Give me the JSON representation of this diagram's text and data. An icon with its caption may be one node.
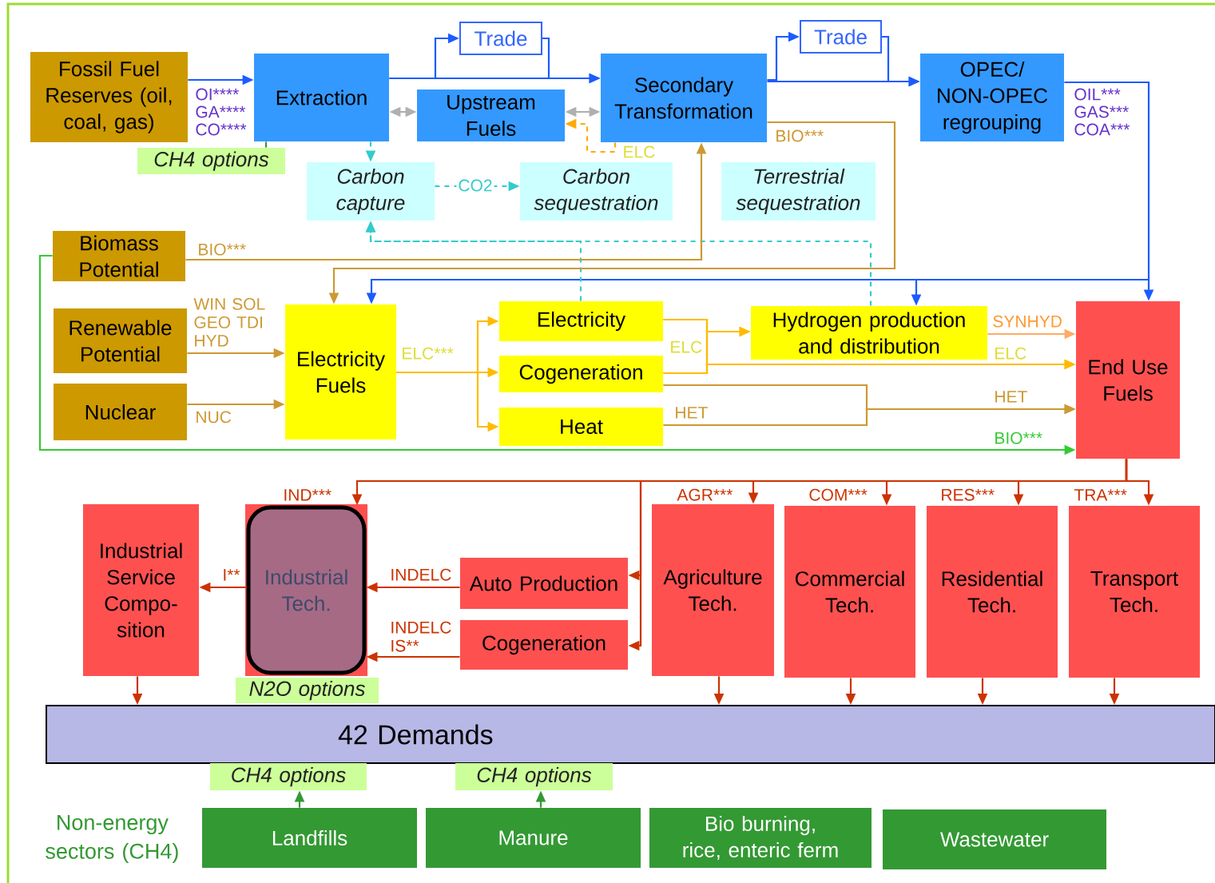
{
  "diagram": {
    "nodes": [
      {
        "text": [
          "Fossil Fuel Reserves (oil, coal, gas)"
        ]
      },
      {
        "text": [
          "Extraction"
        ]
      },
      {
        "text": [
          "Trade"
        ]
      },
      {
        "text": [
          "Upstream Fuels"
        ]
      },
      {
        "text": [
          "Secondary Transformation"
        ]
      },
      {
        "text": [
          "Trade"
        ]
      },
      {
        "text": [
          "OPEC/ NON-OPEC regrouping"
        ]
      },
      {
        "text": [
          "CH4 options"
        ]
      },
      {
        "text": [
          "Carbon capture"
        ]
      },
      {
        "text": [
          "Carbon sequestration"
        ]
      },
      {
        "text": [
          "Terrestrial sequestration"
        ]
      },
      {
        "text": [
          "Biomass Potential"
        ]
      },
      {
        "text": [
          "Renewable Potential"
        ]
      },
      {
        "text": [
          "Nuclear"
        ]
      },
      {
        "text": [
          "Electricity Fuels"
        ]
      },
      {
        "text": [
          "Electricity"
        ]
      },
      {
        "text": [
          "Cogeneration"
        ]
      },
      {
        "text": [
          "Heat"
        ]
      },
      {
        "text": [
          "Hydrogen production and distribution"
        ]
      },
      {
        "text": [
          "End Use Fuels"
        ]
      },
      {
        "text": [
          "Industrial Service Compo- sition"
        ]
      },
      {
        "text": [
          "Industrial Tech."
        ]
      },
      {
        "text": [
          "Auto Production"
        ]
      },
      {
        "text": [
          "Cogeneration"
        ]
      },
      {
        "text": [
          "Agriculture Tech."
        ]
      },
      {
        "text": [
          "Commercial Tech."
        ]
      },
      {
        "text": [
          "Residential Tech."
        ]
      },
      {
        "text": [
          "Transport Tech."
        ]
      },
      {
        "text": [
          "N2O options"
        ]
      },
      {
        "text": [
          "42 Demands"
        ]
      },
      {
        "text": [
          "CH4 options"
        ]
      },
      {
        "text": [
          "CH4 options"
        ]
      },
      {
        "text": [
          "Landfills"
        ]
      },
      {
        "text": [
          "Manure"
        ]
      },
      {
        "text": [
          "Bio burning, rice, enteric ferm"
        ]
      },
      {
        "text": [
          "Wastewater"
        ]
      }
    ],
    "edges": [
      {
        "from": 0,
        "to": 1,
        "arrow": "to",
        "label": "OI****",
        "color": "#1a5cff"
      },
      {
        "from": 1,
        "to": 4,
        "arrow": "to",
        "color": "#1a5cff"
      },
      {
        "from": 1,
        "to": 2,
        "arrow": "to",
        "color": "#1a5cff"
      },
      {
        "from": 2,
        "to": 4,
        "arrow": "to",
        "color": "#1a5cff"
      },
      {
        "from": 1,
        "to": 3,
        "arrow": "both",
        "color": "#b0b0b0"
      },
      {
        "from": 3,
        "to": 4,
        "arrow": "both",
        "color": "#b0b0b0"
      },
      {
        "from": 4,
        "to": 3,
        "arrow": "to",
        "label": "ELC",
        "style": "dashed",
        "color": "#ffaa00"
      },
      {
        "from": 4,
        "to": 5,
        "arrow": "to",
        "color": "#1a5cff"
      },
      {
        "from": 5,
        "to": 6,
        "arrow": "to",
        "color": "#1a5cff"
      },
      {
        "from": 4,
        "to": 6,
        "arrow": "to",
        "color": "#1a5cff"
      },
      {
        "from": 6,
        "to": 19,
        "arrow": "to",
        "label": "OIL***",
        "color": "#1a5cff"
      },
      {
        "from": 6,
        "to": 14,
        "arrow": "to",
        "color": "#1a5cff"
      },
      {
        "from": 6,
        "to": 18,
        "arrow": "to",
        "color": "#1a5cff"
      },
      {
        "from": 1,
        "to": 7,
        "arrow": "none",
        "color": "#339933"
      },
      {
        "from": 1,
        "to": 8,
        "arrow": "to",
        "style": "dashed",
        "color": "#33cccc"
      },
      {
        "from": 8,
        "to": 9,
        "arrow": "to",
        "label": "CO2",
        "style": "dashed",
        "color": "#33cccc"
      },
      {
        "from": 15,
        "to": 8,
        "arrow": "to",
        "style": "dashed",
        "color": "#33cccc"
      },
      {
        "from": 18,
        "to": 8,
        "arrow": "to",
        "style": "dashed",
        "color": "#33cccc"
      },
      {
        "from": 11,
        "to": 4,
        "arrow": "to",
        "label": "BIO***",
        "color": "#cc9933"
      },
      {
        "from": 4,
        "to": 14,
        "arrow": "to",
        "label": "BIO***",
        "color": "#cc9933"
      },
      {
        "from": 12,
        "to": 14,
        "arrow": "to",
        "label": "WIN SOL GEO TDI HYD",
        "color": "#cc9933"
      },
      {
        "from": 13,
        "to": 14,
        "arrow": "to",
        "label": "NUC",
        "color": "#cc9933"
      },
      {
        "from": 14,
        "to": 15,
        "arrow": "to",
        "color": "#ffbb00"
      },
      {
        "from": 14,
        "to": 16,
        "arrow": "to",
        "label": "ELC***",
        "color": "#ffbb00"
      },
      {
        "from": 14,
        "to": 17,
        "arrow": "to",
        "color": "#ffbb00"
      },
      {
        "from": 15,
        "to": 18,
        "arrow": "to",
        "color": "#ffbb00"
      },
      {
        "from": 16,
        "to": 18,
        "arrow": "to",
        "label": "ELC",
        "color": "#ffbb00"
      },
      {
        "from": 15,
        "to": 19,
        "arrow": "to",
        "color": "#ffbb00"
      },
      {
        "from": 16,
        "to": 19,
        "arrow": "to",
        "label": "ELC",
        "color": "#ffbb00"
      },
      {
        "from": 18,
        "to": 19,
        "arrow": "to",
        "label": "SYNHYD",
        "color": "#ffaa66"
      },
      {
        "from": 16,
        "to": 19,
        "arrow": "to",
        "label": "HET",
        "color": "#cc9933"
      },
      {
        "from": 17,
        "to": 19,
        "arrow": "to",
        "label": "HET",
        "color": "#cc9933"
      },
      {
        "from": 11,
        "to": 19,
        "arrow": "to",
        "label": "BIO***",
        "color": "#33cc33"
      },
      {
        "from": 19,
        "to": 21,
        "arrow": "to",
        "label": "IND***"
      },
      {
        "from": 19,
        "to": 24,
        "arrow": "to",
        "label": "AGR***"
      },
      {
        "from": 19,
        "to": 25,
        "arrow": "to",
        "label": "COM***"
      },
      {
        "from": 19,
        "to": 26,
        "arrow": "to",
        "label": "RES***"
      },
      {
        "from": 19,
        "to": 27,
        "arrow": "to",
        "label": "TRA***"
      },
      {
        "from": 19,
        "to": 22,
        "arrow": "to"
      },
      {
        "from": 19,
        "to": 23,
        "arrow": "to"
      },
      {
        "from": 22,
        "to": 21,
        "arrow": "to",
        "label": "INDELC"
      },
      {
        "from": 23,
        "to": 21,
        "arrow": "to",
        "label": "INDELC IS**"
      },
      {
        "from": 21,
        "to": 20,
        "arrow": "to",
        "label": "I**"
      },
      {
        "from": 20,
        "to": 29,
        "arrow": "to"
      },
      {
        "from": 24,
        "to": 29,
        "arrow": "to"
      },
      {
        "from": 25,
        "to": 29,
        "arrow": "to"
      },
      {
        "from": 26,
        "to": 29,
        "arrow": "to"
      },
      {
        "from": 27,
        "to": 29,
        "arrow": "to"
      },
      {
        "from": 32,
        "to": 30,
        "arrow": "to",
        "color": "#339933"
      },
      {
        "from": 33,
        "to": 31,
        "arrow": "to",
        "color": "#339933"
      }
    ],
    "labels": [
      "GA****",
      "CO****",
      "GAS***",
      "COA***",
      "Non-energy sectors (CH4)"
    ]
  }
}
